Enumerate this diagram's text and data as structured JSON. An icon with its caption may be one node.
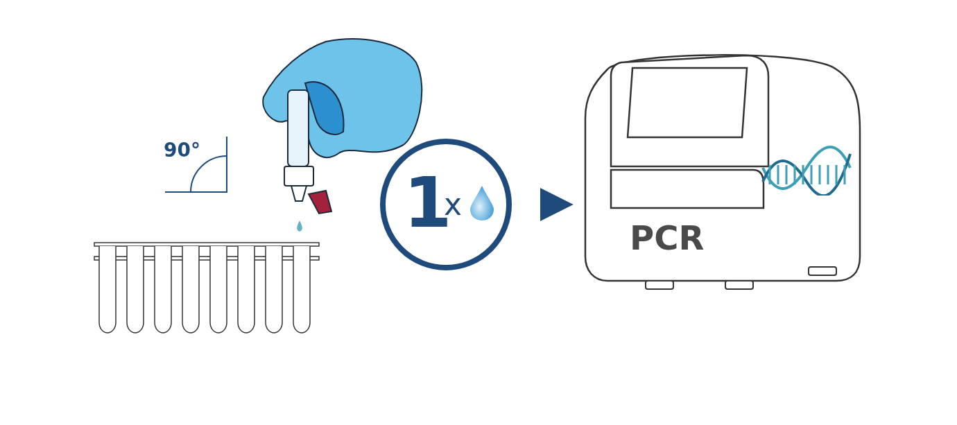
{
  "diagram": {
    "nodes": [
      {
        "text": [
          "1",
          "x"
        ]
      },
      {
        "text": [
          "PCR"
        ]
      }
    ],
    "edges": [
      {
        "from": 0,
        "to": 1,
        "arrow": "to"
      }
    ],
    "labels": [
      "90°"
    ]
  }
}
